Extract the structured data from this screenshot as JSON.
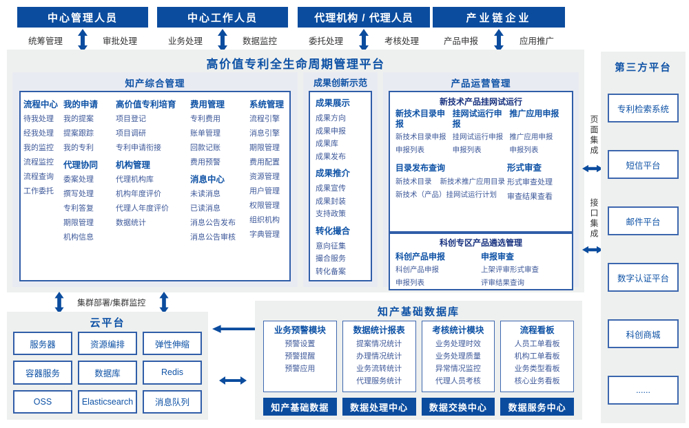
{
  "roles": [
    {
      "title": "中心管理人员",
      "left_label": "统筹管理",
      "right_label": "审批处理"
    },
    {
      "title": "中心工作人员",
      "left_label": "业务处理",
      "right_label": "数据监控"
    },
    {
      "title": "代理机构 / 代理人员",
      "left_label": "委托处理",
      "right_label": "考核处理"
    },
    {
      "title": "产业链企业",
      "left_label": "产品申报",
      "right_label": "应用推广"
    }
  ],
  "platform": {
    "title": "高价值专利全生命周期管理平台",
    "comprehensive": {
      "title": "知产综合管理",
      "columns": [
        {
          "groups": [
            {
              "title": "流程中心",
              "items": [
                "待我处理",
                "经我处理",
                "我的监控",
                "流程监控",
                "流程查询",
                "工作委托"
              ]
            }
          ]
        },
        {
          "groups": [
            {
              "title": "我的申请",
              "items": [
                "我的提案",
                "提案跟踪",
                "我的专利"
              ]
            },
            {
              "title": "代理协同",
              "items": [
                "委案处理",
                "撰写处理",
                "专利答复",
                "期限管理",
                "机构信息"
              ]
            }
          ]
        },
        {
          "groups": [
            {
              "title": "高价值专利培育",
              "items": [
                "项目登记",
                "项目调研",
                "专利申请衔接"
              ]
            },
            {
              "title": "机构管理",
              "items": [
                "代理机构库",
                "机构年度评价",
                "代理人年度评价",
                "数据统计"
              ]
            }
          ]
        },
        {
          "groups": [
            {
              "title": "费用管理",
              "items": [
                "专利费用",
                "账单管理",
                "回款记账",
                "费用预警"
              ]
            },
            {
              "title": "消息中心",
              "items": [
                "未读消息",
                "已读消息",
                "消息公告发布",
                "消息公告审核"
              ]
            }
          ]
        },
        {
          "groups": [
            {
              "title": "系统管理",
              "items": [
                "流程引擎",
                "消息引擎",
                "期限管理",
                "费用配置",
                "资源管理",
                "用户管理",
                "权限管理",
                "组织机构",
                "字典管理"
              ]
            }
          ]
        }
      ]
    },
    "achievements": {
      "title": "成果创新示范",
      "groups": [
        {
          "title": "成果展示",
          "items": [
            "成果方向",
            "成果申报",
            "成果库",
            "成果发布"
          ]
        },
        {
          "title": "成果推介",
          "items": [
            "成果宣传",
            "成果封装",
            "支持政策"
          ]
        },
        {
          "title": "转化撮合",
          "items": [
            "意向征集",
            "撮合服务",
            "转化备案"
          ]
        }
      ]
    },
    "product": {
      "title": "产品运营管理",
      "trial_box": {
        "title": "新技术产品挂网试运行",
        "columns": [
          {
            "title": "新技术目录申报",
            "items": [
              "新技术目录申报",
              "申报列表"
            ]
          },
          {
            "title": "挂网试运行申报",
            "items": [
              "挂网试运行申报",
              "申报列表"
            ]
          },
          {
            "title": "推广应用申报",
            "items": [
              "推广应用申报",
              "申报列表"
            ]
          }
        ],
        "catalog": {
          "title": "目录发布查询",
          "row_items": [
            "新技术目录",
            "新技术推广应用目录"
          ],
          "line2": "新技术（产品）挂网试运行计划"
        },
        "review": {
          "title": "形式审查",
          "items": [
            "形式审查处理",
            "审查结果查看"
          ]
        }
      },
      "selection_box": {
        "title": "科创专区产品遴选管理",
        "columns": [
          {
            "title": "科创产品申报",
            "items": [
              "科创产品申报",
              "申报列表"
            ]
          },
          {
            "title": "申报审查",
            "items": [
              "上架评审形式审查",
              "评审结果查询"
            ]
          }
        ]
      }
    }
  },
  "integration": {
    "page": "页面集成",
    "interface": "接口集成"
  },
  "third_party": {
    "title": "第三方平台",
    "boxes": [
      "专利检索系统",
      "短信平台",
      "邮件平台",
      "数字认证平台",
      "科创商城",
      "......"
    ]
  },
  "cluster_label": "集群部署/集群监控",
  "cloud": {
    "title": "云平台",
    "boxes": [
      "服务器",
      "资源编排",
      "弹性伸缩",
      "容器服务",
      "数据库",
      "Redis",
      "OSS",
      "Elasticsearch",
      "消息队列"
    ]
  },
  "database": {
    "title": "知产基础数据库",
    "modules": [
      {
        "title": "业务预警模块",
        "items": [
          "预警设置",
          "预警提醒",
          "预警应用"
        ]
      },
      {
        "title": "数据统计报表",
        "items": [
          "提案情况统计",
          "办理情况统计",
          "业务流转统计",
          "代理服务统计"
        ]
      },
      {
        "title": "考核统计模块",
        "items": [
          "业务处理时效",
          "业务处理质量",
          "异常情况监控",
          "代理人员考核"
        ]
      },
      {
        "title": "流程看板",
        "items": [
          "人员工单看板",
          "机构工单看板",
          "业务类型看板",
          "核心业务看板"
        ]
      }
    ],
    "footer": [
      "知产基础数据",
      "数据处理中心",
      "数据交换中心",
      "数据服务中心"
    ]
  },
  "colors": {
    "primary": "#0b4c9e",
    "title_blue": "#0d51a5",
    "item_blue": "#3d5899",
    "navy": "#16307e",
    "panel_gray": "#eef0ef",
    "section_gray": "#e9ebf3",
    "border_blue": "#2f5da8"
  }
}
